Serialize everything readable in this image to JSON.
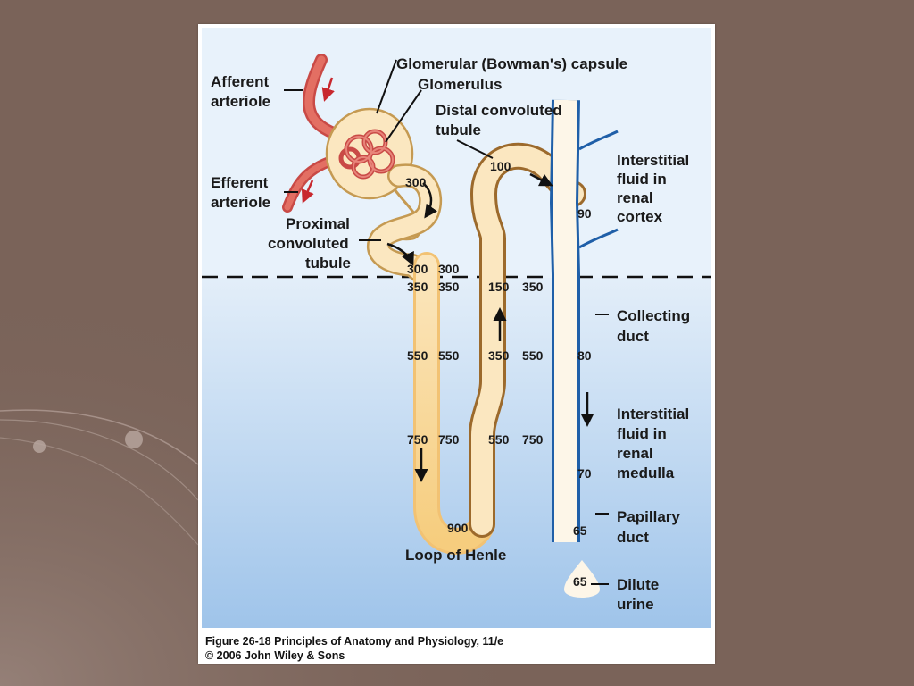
{
  "colors": {
    "slide_bg": "#7a6359",
    "cortex_fill": "#e8f2fb",
    "medulla_fill_top": "#dbe9f7",
    "medulla_fill_bottom": "#a3c7ea",
    "tubule_fill": "#fbe7c0",
    "tubule_outline": "#c59a52",
    "collecting_outline": "#1f5fa8",
    "arteriole": "#d9534f",
    "flow_arrow_red": "#c8282e"
  },
  "labels": {
    "afferent_1": "Afferent",
    "afferent_2": "arteriole",
    "efferent_1": "Efferent",
    "efferent_2": "arteriole",
    "capsule": "Glomerular (Bowman's) capsule",
    "glomerulus": "Glomerulus",
    "distal_1": "Distal convoluted",
    "distal_2": "tubule",
    "proximal_1": "Proximal",
    "proximal_2": "convoluted",
    "proximal_3": "tubule",
    "interstitial_cortex_1": "Interstitial",
    "interstitial_cortex_2": "fluid in",
    "interstitial_cortex_3": "renal",
    "interstitial_cortex_4": "cortex",
    "collecting_1": "Collecting",
    "collecting_2": "duct",
    "interstitial_medulla_1": "Interstitial",
    "interstitial_medulla_2": "fluid in",
    "interstitial_medulla_3": "renal",
    "interstitial_medulla_4": "medulla",
    "papillary_1": "Papillary",
    "papillary_2": "duct",
    "loop": "Loop of Henle",
    "urine_1": "Dilute",
    "urine_2": "urine"
  },
  "values": {
    "pct_300": "300",
    "distal_100": "100",
    "cd_90": "90",
    "desc_top_300": "300",
    "desc_top_300b": "300",
    "desc_350": "350",
    "desc_350b": "350",
    "asc_150": "150",
    "asc_350r": "350",
    "desc_550": "550",
    "desc_550b": "550",
    "asc_350": "350",
    "asc_550r": "550",
    "cd_80": "80",
    "desc_750": "750",
    "desc_750b": "750",
    "asc_550": "550",
    "asc_750r": "750",
    "cd_70": "70",
    "loop_900": "900",
    "cd_65": "65",
    "urine_65": "65"
  },
  "caption": {
    "line1": "Figure 26-18 Principles of Anatomy and Physiology, 11/e",
    "line2": "© 2006 John Wiley & Sons"
  }
}
